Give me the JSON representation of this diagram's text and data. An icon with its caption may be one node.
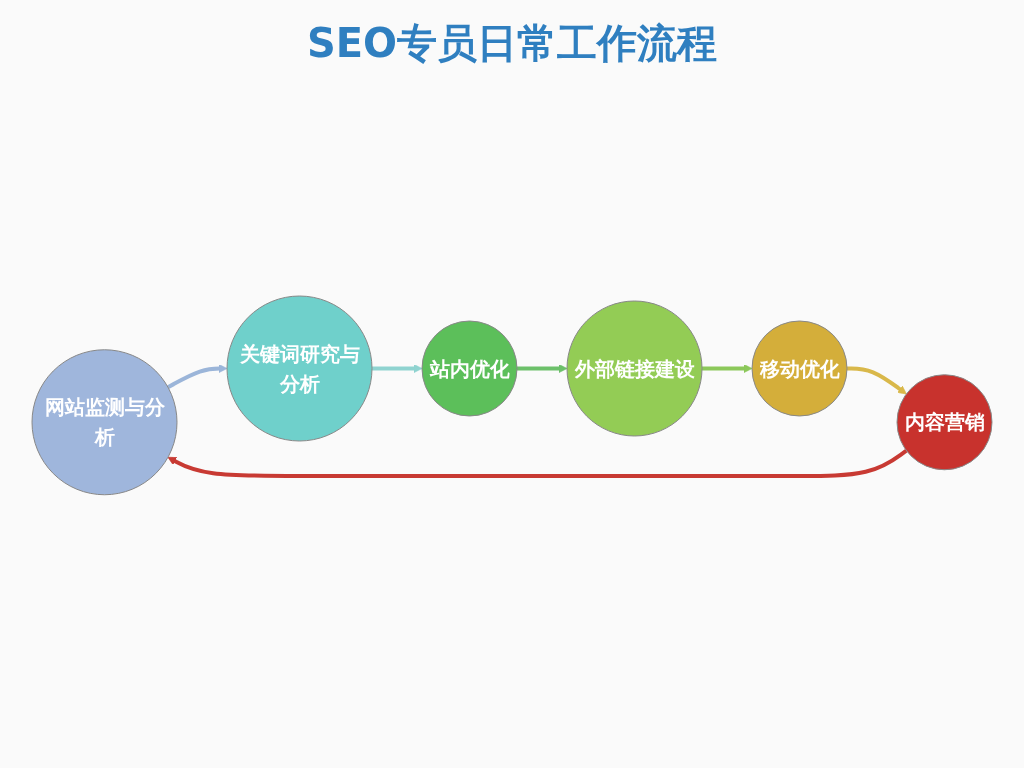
{
  "diagram": {
    "title": "SEO专员日常工作流程",
    "nodes": [
      {
        "text": [
          "网站监测与分析"
        ]
      },
      {
        "text": [
          "关键词研究与分析"
        ]
      },
      {
        "text": [
          "站内优化"
        ]
      },
      {
        "text": [
          "外部链接建设"
        ]
      },
      {
        "text": [
          "移动优化"
        ]
      },
      {
        "text": [
          "内容营销"
        ]
      }
    ],
    "edges": [
      {
        "from": 0,
        "to": 1,
        "arrow": "to",
        "color": "#9bb5d9"
      },
      {
        "from": 1,
        "to": 2,
        "arrow": "to",
        "color": "#8fd3d0"
      },
      {
        "from": 2,
        "to": 3,
        "arrow": "to",
        "color": "#6cc06a"
      },
      {
        "from": 3,
        "to": 4,
        "arrow": "to",
        "color": "#8cc85a"
      },
      {
        "from": 4,
        "to": 5,
        "arrow": "to",
        "color": "#d9b84a"
      },
      {
        "from": 5,
        "to": 0,
        "arrow": "to",
        "color": "#c83a33"
      }
    ]
  }
}
